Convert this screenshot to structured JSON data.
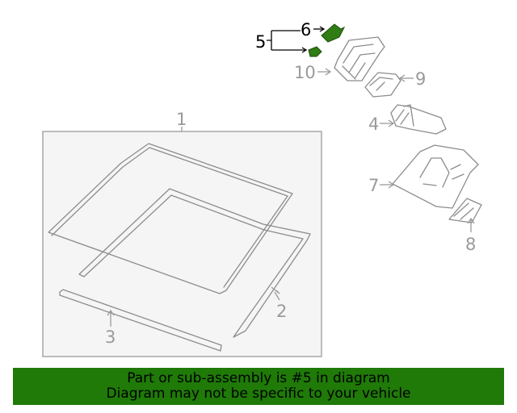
{
  "callouts": {
    "c1": "1",
    "c2": "2",
    "c3": "3",
    "c4": "4",
    "c5": "5",
    "c6": "6",
    "c7": "7",
    "c8": "8",
    "c9": "9",
    "c10": "10"
  },
  "highlighted_part": "5",
  "colors": {
    "banner_bg": "#1f7a08",
    "highlight_part": "#2f7d14",
    "line_art": "#8c8c8c",
    "callout_text": "#9a9a9a",
    "panel_bg": "#f5f5f5"
  },
  "banner": {
    "line1": "Part or sub-assembly is #5 in diagram",
    "line2": "Diagram may not be specific to your vehicle"
  }
}
